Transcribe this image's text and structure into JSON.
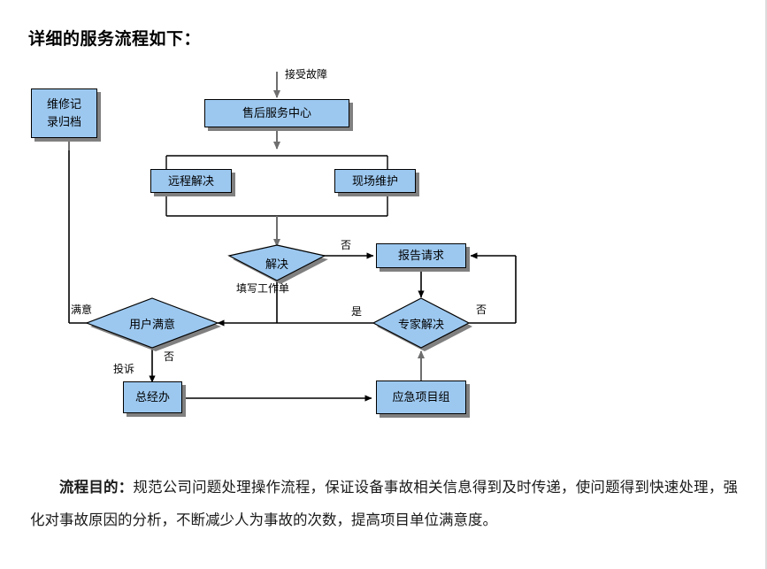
{
  "document": {
    "title": "详细的服务流程如下：",
    "purpose_label": "流程目的：",
    "purpose_text": "规范公司问题处理操作流程，保证设备事故相关信息得到及时传递，使问题得到快速处理，强化对事故原因的分析，不断减少人为事故的次数，提高项目单位满意度。"
  },
  "flowchart": {
    "colors": {
      "node_fill": "#9CC8F0",
      "node_border": "#000000",
      "shadow": "#808080",
      "connector": "#000000",
      "connector_gray": "#6E6E6E"
    },
    "nodes": {
      "archive": {
        "line1": "维修记",
        "line2": "录归档"
      },
      "service_center": {
        "label": "售后服务中心"
      },
      "remote_fix": {
        "label": "远程解决"
      },
      "onsite_fix": {
        "label": "现场维护"
      },
      "resolved": {
        "label": "解决"
      },
      "report_request": {
        "label": "报告请求"
      },
      "expert_fix": {
        "label": "专家解决"
      },
      "user_satisfied": {
        "label": "用户满意"
      },
      "gm_office": {
        "label": "总经办"
      },
      "emergency_team": {
        "label": "应急项目组"
      }
    },
    "edge_labels": {
      "accept_fault": "接受故障",
      "resolved_no": "否",
      "fill_worksheet": "填写工作单",
      "expert_yes": "是",
      "expert_no": "否",
      "satisfied_yes": "满意",
      "satisfied_no": "否",
      "complaint": "投诉"
    }
  }
}
